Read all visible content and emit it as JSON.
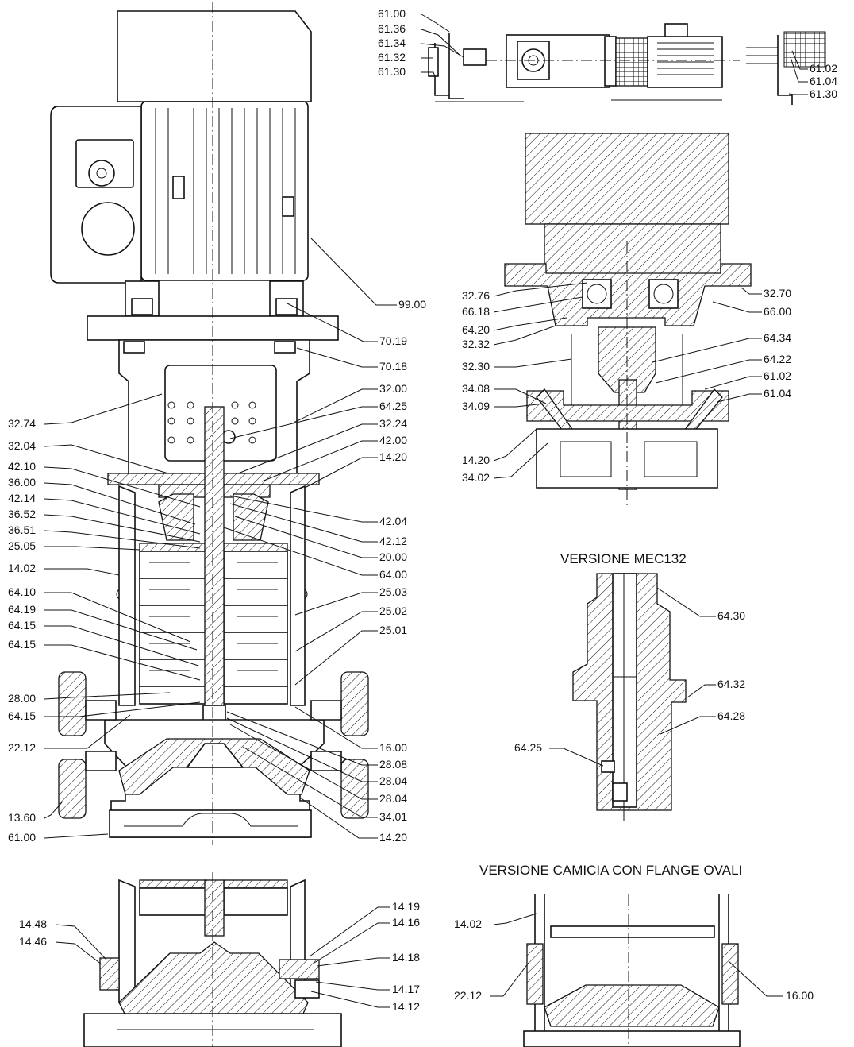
{
  "captions": {
    "mec132": "VERSIONE MEC132",
    "oval_flanges": "VERSIONE CAMICIA CON FLANGE OVALI"
  },
  "labels": {
    "top_left": [
      "61.00",
      "61.36",
      "61.34",
      "61.32",
      "61.30"
    ],
    "top_right": [
      "61.02",
      "61.04",
      "61.30"
    ],
    "main_left": [
      "32.74",
      "32.04",
      "42.10",
      "36.00",
      "42.14",
      "36.52",
      "36.51",
      "25.05",
      "14.02",
      "64.10",
      "64.19",
      "64.15",
      "64.15",
      "28.00",
      "64.15",
      "22.12",
      "13.60",
      "61.00"
    ],
    "main_right": [
      "99.00",
      "70.19",
      "70.18",
      "32.00",
      "64.25",
      "32.24",
      "42.00",
      "14.20",
      "42.04",
      "42.12",
      "20.00",
      "64.00",
      "25.03",
      "25.02",
      "25.01",
      "16.00",
      "28.08",
      "28.04",
      "28.04",
      "34.01",
      "14.20"
    ],
    "detail_left": [
      "32.76",
      "66.18",
      "64.20",
      "32.32",
      "32.30",
      "34.08",
      "34.09",
      "14.20",
      "34.02"
    ],
    "detail_right": [
      "32.70",
      "66.00",
      "64.34",
      "64.22",
      "61.02",
      "61.04"
    ],
    "mec": [
      "64.30",
      "64.32",
      "64.28",
      "64.25"
    ],
    "bottom_left_left": [
      "14.48",
      "14.46"
    ],
    "bottom_left_right": [
      "14.19",
      "14.16",
      "14.18",
      "14.17",
      "14.12"
    ],
    "oval": [
      "14.02",
      "22.12",
      "16.00"
    ]
  }
}
